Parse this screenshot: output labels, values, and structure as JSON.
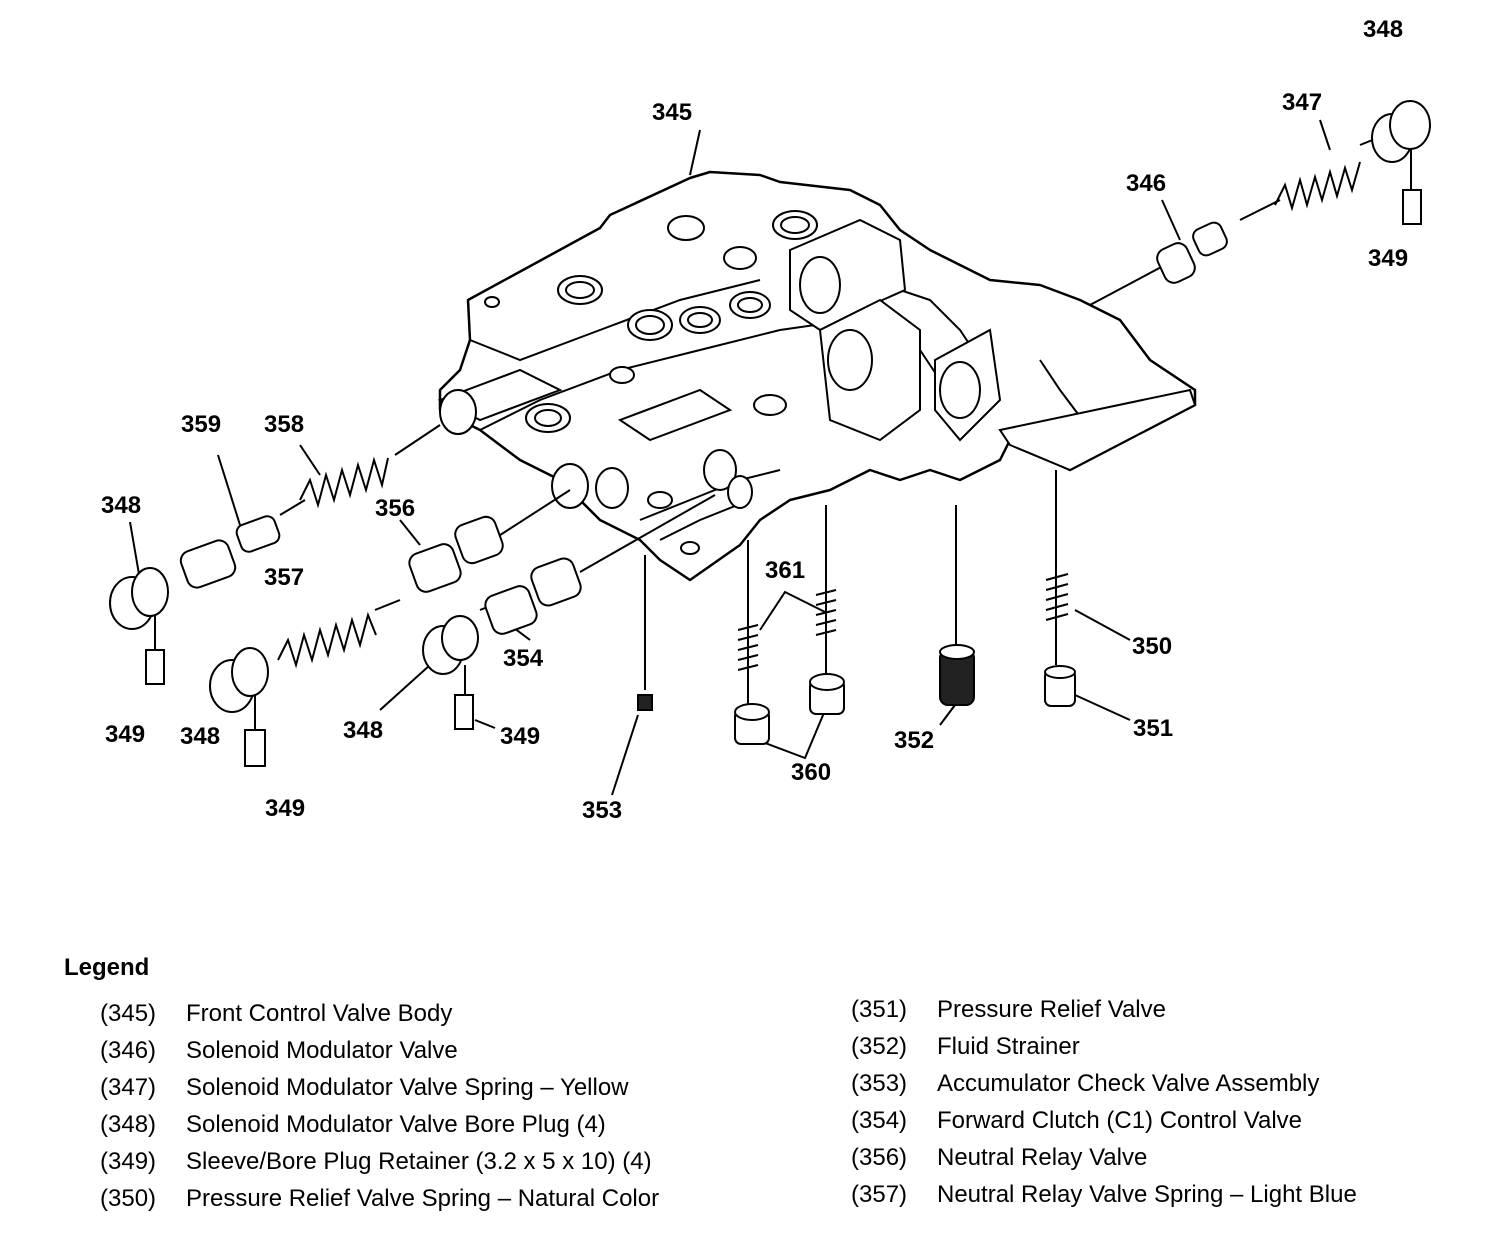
{
  "diagram": {
    "callouts": {
      "c345": "345",
      "c346": "346",
      "c347": "347",
      "c348a": "348",
      "c349a": "349",
      "c359": "359",
      "c358": "358",
      "c348b": "348",
      "c356": "356",
      "c357": "357",
      "c361": "361",
      "c350": "350",
      "c354": "354",
      "c349b": "349",
      "c348c": "348",
      "c348d": "348",
      "c349c": "349",
      "c349d": "349",
      "c353": "353",
      "c360": "360",
      "c352": "352",
      "c351": "351"
    }
  },
  "legend": {
    "title": "Legend",
    "left": [
      {
        "num": "(345)",
        "text": "Front Control Valve Body"
      },
      {
        "num": "(346)",
        "text": "Solenoid Modulator Valve"
      },
      {
        "num": "(347)",
        "text": "Solenoid Modulator Valve Spring – Yellow"
      },
      {
        "num": "(348)",
        "text": "Solenoid Modulator Valve Bore Plug (4)"
      },
      {
        "num": "(349)",
        "text": "Sleeve/Bore Plug Retainer (3.2 x 5 x 10) (4)"
      },
      {
        "num": "(350)",
        "text": "Pressure Relief Valve Spring – Natural Color"
      }
    ],
    "right": [
      {
        "num": "(351)",
        "text": "Pressure Relief Valve"
      },
      {
        "num": "(352)",
        "text": "Fluid Strainer"
      },
      {
        "num": "(353)",
        "text": "Accumulator Check Valve Assembly"
      },
      {
        "num": "(354)",
        "text": "Forward Clutch (C1) Control Valve"
      },
      {
        "num": "(356)",
        "text": "Neutral Relay Valve"
      },
      {
        "num": "(357)",
        "text": "Neutral Relay Valve Spring – Light Blue"
      }
    ]
  }
}
